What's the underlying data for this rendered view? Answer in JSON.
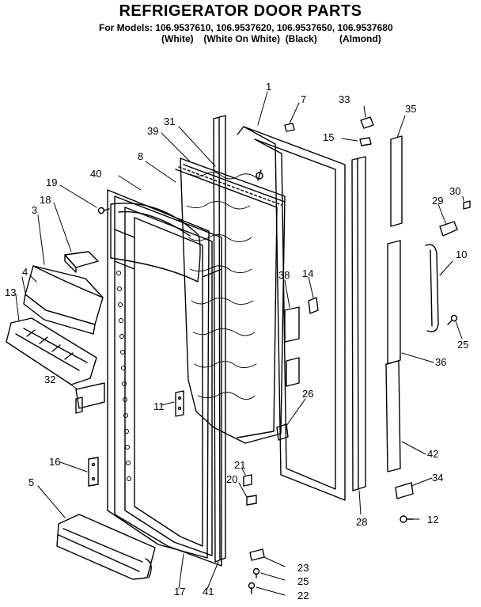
{
  "header": {
    "title": "REFRIGERATOR DOOR PARTS",
    "models_line": "For Models: 106.9537610, 106.9537620, 106.9537650, 106.9537680",
    "variants": [
      "(White)",
      "(White On White)",
      "(Black)",
      "(Almond)"
    ]
  },
  "callouts": [
    "1",
    "7",
    "33",
    "35",
    "15",
    "31",
    "39",
    "8",
    "40",
    "19",
    "18",
    "3",
    "30",
    "29",
    "10",
    "4",
    "13",
    "38",
    "14",
    "25",
    "36",
    "32",
    "11",
    "26",
    "16",
    "42",
    "21",
    "5",
    "20",
    "34",
    "28",
    "12",
    "23",
    "25",
    "17",
    "41",
    "22"
  ]
}
